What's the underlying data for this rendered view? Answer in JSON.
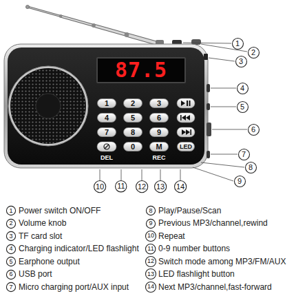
{
  "diagram": {
    "nodes": [
      {
        "text": [
          "1"
        ]
      },
      {
        "text": [
          "2"
        ]
      },
      {
        "text": [
          "3"
        ]
      },
      {
        "text": [
          "4"
        ]
      },
      {
        "text": [
          "5"
        ]
      },
      {
        "text": [
          "6"
        ]
      },
      {
        "text": [
          "7"
        ]
      },
      {
        "text": [
          "8"
        ]
      },
      {
        "text": [
          "9"
        ]
      },
      {
        "text": [
          "10"
        ]
      },
      {
        "text": [
          "11"
        ]
      },
      {
        "text": [
          "12"
        ]
      },
      {
        "text": [
          "13"
        ]
      },
      {
        "text": [
          "14"
        ]
      },
      {
        "text": [
          "87.5"
        ]
      },
      {
        "text": [
          "1"
        ]
      },
      {
        "text": [
          "2"
        ]
      },
      {
        "text": [
          "3"
        ]
      },
      {
        "text": [
          "4"
        ]
      },
      {
        "text": [
          "5"
        ]
      },
      {
        "text": [
          "6"
        ]
      },
      {
        "text": [
          "7"
        ]
      },
      {
        "text": [
          "8"
        ]
      },
      {
        "text": [
          "9"
        ]
      },
      {
        "text": [
          "0"
        ]
      },
      {
        "text": [
          "M"
        ]
      },
      {
        "text": [
          "LED"
        ]
      },
      {
        "text": [
          "1"
        ]
      },
      {
        "text": [
          "2"
        ]
      },
      {
        "text": [
          "3"
        ]
      },
      {
        "text": [
          "4"
        ]
      },
      {
        "text": [
          "5"
        ]
      },
      {
        "text": [
          "6"
        ]
      },
      {
        "text": [
          "7"
        ]
      },
      {
        "text": [
          "8"
        ]
      },
      {
        "text": [
          "9"
        ]
      },
      {
        "text": [
          "10"
        ]
      },
      {
        "text": [
          "11"
        ]
      },
      {
        "text": [
          "12"
        ]
      },
      {
        "text": [
          "13"
        ]
      },
      {
        "text": [
          "14"
        ]
      }
    ],
    "labels": [
      "DEL",
      "REC",
      "Power switch ON/OFF",
      "Volume knob",
      "TF card slot",
      "Charging indicator/LED flashlight",
      "Earphone output",
      "USB port",
      "Micro charging port/AUX input",
      "Play/Pause/Scan",
      "Previous MP3/channel,rewind",
      "Repeat",
      "0-9 number buttons",
      "Switch mode among MP3/FM/AUX",
      "LED flashlight button",
      "Next MP3/channel,fast-forward"
    ]
  }
}
